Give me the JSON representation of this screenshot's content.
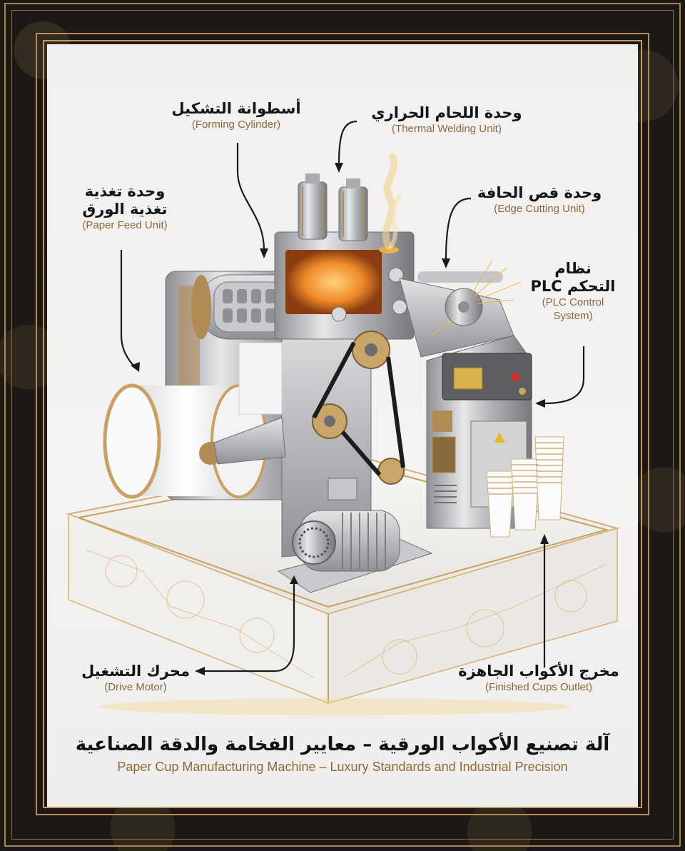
{
  "poster": {
    "title_ar": "آلة تصنيع الأكواب الورقية – معايير الفخامة والدقة الصناعية",
    "title_en": "Paper Cup Manufacturing Machine – Luxury Standards and Industrial Precision"
  },
  "labels": [
    {
      "id": "forming-cylinder",
      "ar": "أسطوانة التشكيل",
      "en": "(Forming Cylinder)"
    },
    {
      "id": "thermal-welding-unit",
      "ar": "وحدة اللحام الحراري",
      "en": "(Thermal Welding Unit)"
    },
    {
      "id": "paper-feed-unit",
      "ar_line1": "وحدة تغذية",
      "ar_line2": "تغذية الورق",
      "en": "(Paper Feed Unit)"
    },
    {
      "id": "edge-cutting-unit",
      "ar": "وحدة قص الحافة",
      "en": "(Edge Cutting Unit)"
    },
    {
      "id": "plc-control-system",
      "ar_line1": "نظام",
      "ar_line2": "التحكم PLC",
      "en_line1": "(PLC Control",
      "en_line2": "System)"
    },
    {
      "id": "drive-motor",
      "ar": "محرك التشغيل",
      "en": "(Drive Motor)"
    },
    {
      "id": "finished-cups-outlet",
      "ar": "مخرج الأكواب الجاهزة",
      "en": "(Finished Cups Outlet)"
    }
  ],
  "colors": {
    "frame": "#1b1815",
    "gold": "#b48d58",
    "canvas": "#f2f1f0",
    "label_ar": "#161412",
    "label_en": "#8b6a3e"
  }
}
